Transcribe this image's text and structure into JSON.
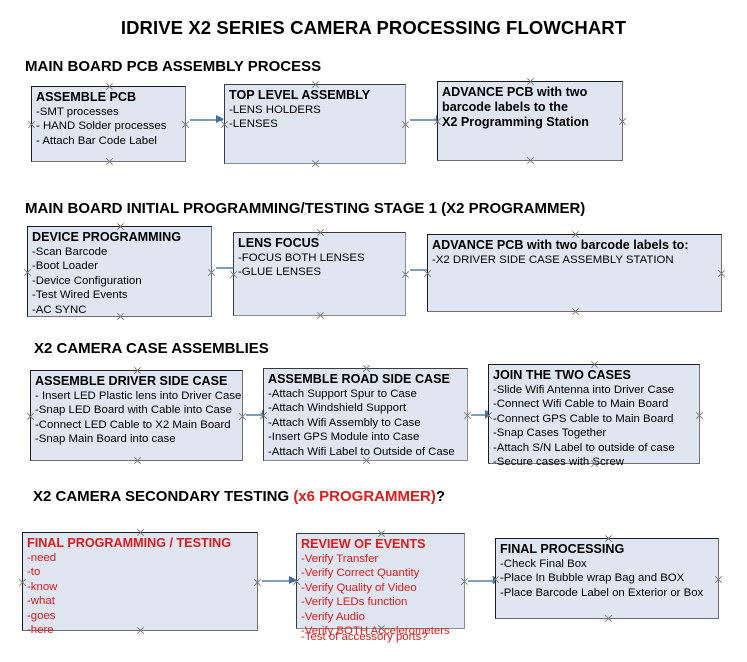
{
  "title": "IDRIVE X2  SERIES CAMERA PROCESSING FLOWCHART",
  "colors": {
    "box_fill": "#dfe5f1",
    "box_border": "#1b1b1b",
    "arrow_shaft": "#7f9dc0",
    "arrow_head": "#3a6ea5",
    "accent_red": "#e01b1b",
    "text": "#000000",
    "page_background": "#ffffff"
  },
  "sections": [
    {
      "header": "MAIN BOARD PCB ASSEMBLY PROCESS",
      "header_accent": "",
      "header_tail": "",
      "nodes": [
        {
          "title": "ASSEMBLE PCB",
          "lines": [
            "-SMT processes",
            "- HAND Solder processes",
            "- Attach Bar Code Label"
          ]
        },
        {
          "title": "TOP LEVEL ASSEMBLY",
          "lines": [
            "-LENS HOLDERS",
            "-LENSES"
          ]
        },
        {
          "title": "ADVANCE PCB with two",
          "title2": "barcode labels to the",
          "title3": " X2 Programming Station",
          "lines": []
        }
      ]
    },
    {
      "header": "MAIN BOARD INITIAL PROGRAMMING/TESTING STAGE 1 (X2 PROGRAMMER)",
      "header_accent": "",
      "header_tail": "",
      "nodes": [
        {
          "title": "DEVICE PROGRAMMING",
          "lines": [
            "-Scan Barcode",
            "-Boot Loader",
            "-Device Configuration",
            "-Test Wired Events",
            "-AC SYNC"
          ]
        },
        {
          "title": "LENS FOCUS",
          "lines": [
            "-FOCUS BOTH LENSES",
            "-GLUE LENSES"
          ]
        },
        {
          "title": "ADVANCE PCB with two barcode labels to:",
          "lines": [
            "-X2 DRIVER  SIDE  CASE  ASSEMBLY STATION"
          ]
        }
      ]
    },
    {
      "header": "X2 CAMERA CASE ASSEMBLIES",
      "header_accent": "",
      "header_tail": "",
      "nodes": [
        {
          "title": "ASSEMBLE DRIVER SIDE CASE",
          "lines": [
            "- Insert LED Plastic lens into Driver Case",
            "-Snap LED Board with Cable into Case",
            "-Connect LED Cable to X2 Main Board",
            "-Snap Main Board into case"
          ]
        },
        {
          "title": "ASSEMBLE ROAD SIDE CASE",
          "lines": [
            "-Attach Support Spur to Case",
            "-Attach Windshield Support",
            "-Attach Wifi Assembly to Case",
            "-Insert GPS Module into Case",
            "-Attach Wifi Label to Outside of Case"
          ]
        },
        {
          "title": "JOIN THE TWO CASES",
          "lines": [
            "-Slide Wifi Antenna into Driver Case",
            "-Connect Wifi Cable to Main Board",
            "-Connect GPS Cable to Main Board",
            "-Snap Cases Together",
            "-Attach S/N Label to outside of case",
            "-Secure cases with Screw"
          ]
        }
      ]
    },
    {
      "header": "X2 CAMERA SECONDARY TESTING ",
      "header_accent": "(x6 PROGRAMMER)",
      "header_tail": "?",
      "nodes": [
        {
          "title": "FINAL PROGRAMMING / TESTING",
          "lines": [
            "-need",
            "-to",
            "-know",
            "-what",
            "-goes",
            "-here"
          ]
        },
        {
          "title": "REVIEW OF EVENTS",
          "lines": [
            "-Verify Transfer",
            "-Verify Correct Quantity",
            "-Verify Quality of Video",
            "-Verify LEDs function",
            "-Verify Audio",
            "-Verify BOTH Accelerometers"
          ],
          "overflow_line": "-Test of accessory ports?"
        },
        {
          "title": "FINAL PROCESSING",
          "lines": [
            " -Check Final Box",
            "-Place In Bubble wrap Bag and BOX",
            "-Place Barcode Label on Exterior or Box"
          ]
        }
      ]
    }
  ]
}
